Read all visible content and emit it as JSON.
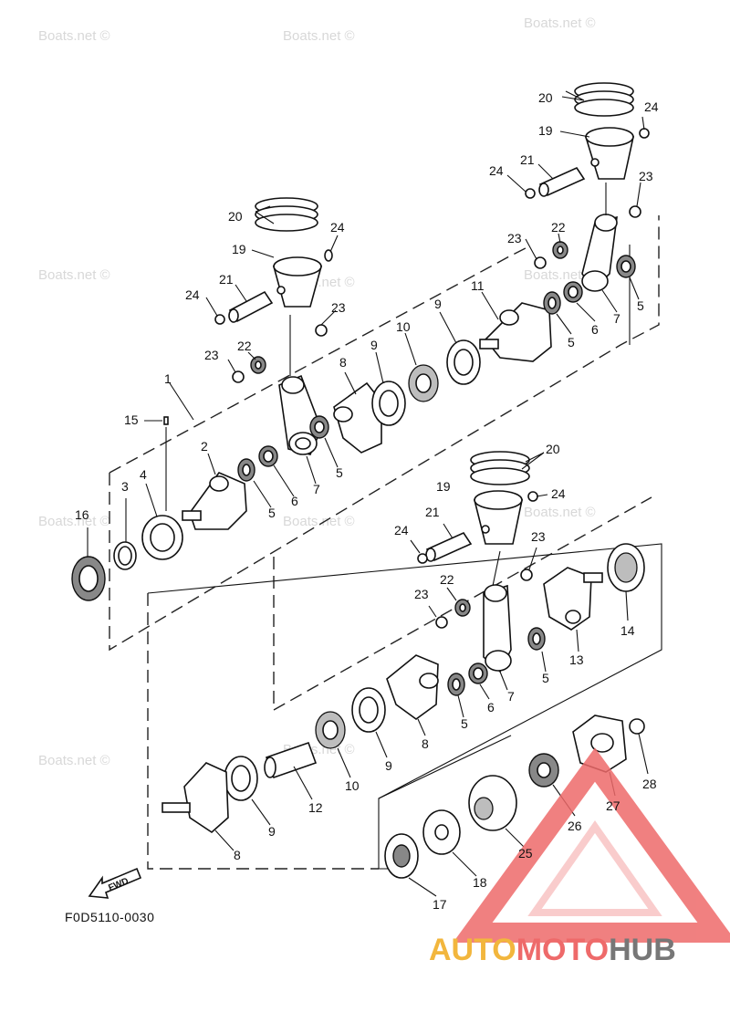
{
  "diagram": {
    "code": "F0D5110-0030",
    "fwd_label": "FWD",
    "watermark": "Boats.net ©",
    "brand": {
      "part1": "AUTO",
      "part2": "MOTO",
      "part3": "HUB"
    },
    "labels": {
      "l1": "1",
      "l2": "2",
      "l3": "3",
      "l4": "4",
      "l5a": "5",
      "l5b": "5",
      "l5c": "5",
      "l5d": "5",
      "l5e": "5",
      "l5f": "5",
      "l6a": "6",
      "l6b": "6",
      "l6c": "6",
      "l7a": "7",
      "l7b": "7",
      "l7c": "7",
      "l8a": "8",
      "l8b": "8",
      "l8c": "8",
      "l9a": "9",
      "l9b": "9",
      "l9c": "9",
      "l9d": "9",
      "l10a": "10",
      "l10b": "10",
      "l11": "11",
      "l12": "12",
      "l13": "13",
      "l14": "14",
      "l15": "15",
      "l16": "16",
      "l17": "17",
      "l18": "18",
      "l19a": "19",
      "l19b": "19",
      "l19c": "19",
      "l20a": "20",
      "l20b": "20",
      "l20c": "20",
      "l21a": "21",
      "l21b": "21",
      "l21c": "21",
      "l22a": "22",
      "l22b": "22",
      "l22c": "22",
      "l23a": "23",
      "l23b": "23",
      "l23c": "23",
      "l23d": "23",
      "l23e": "23",
      "l23f": "23",
      "l24a": "24",
      "l24b": "24",
      "l24c": "24",
      "l24d": "24",
      "l24e": "24",
      "l24f": "24",
      "l25": "25",
      "l26": "26",
      "l27": "27",
      "l28": "28"
    }
  }
}
